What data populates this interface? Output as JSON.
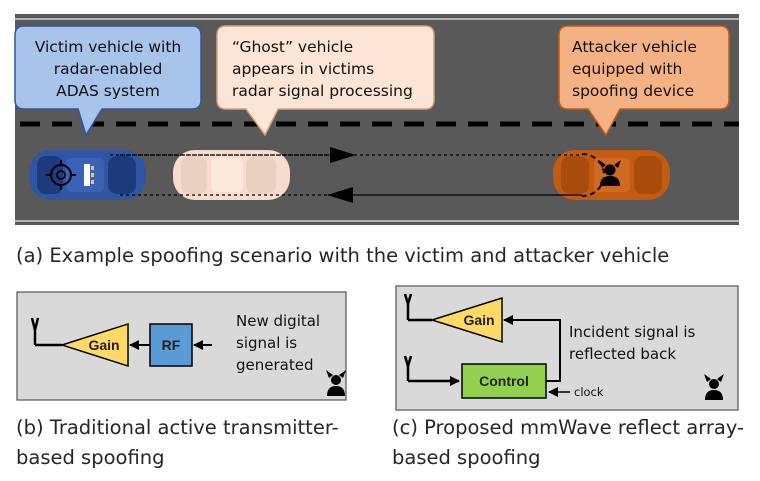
{
  "scenario": {
    "victim_callout": [
      "Victim vehicle with",
      "radar-enabled",
      "ADAS system"
    ],
    "ghost_callout": [
      "“Ghost” vehicle",
      "appears in victims",
      "radar signal processing"
    ],
    "attacker_callout": [
      "Attacker vehicle",
      "equipped with",
      "spoofing device"
    ],
    "caption": "(a) Example spoofing scenario with the victim and attacker vehicle"
  },
  "traditional": {
    "gain_label": "Gain",
    "rf_label": "RF",
    "description": [
      "New digital",
      "signal is",
      "generated"
    ],
    "caption": [
      "(b) Traditional active transmitter-",
      "based spoofing"
    ]
  },
  "proposed": {
    "gain_label": "Gain",
    "control_label": "Control",
    "description": [
      "Incident signal is",
      "reflected back"
    ],
    "clock_label": "clock",
    "caption": [
      "(c) Proposed mmWave reflect array-",
      "based spoofing"
    ]
  },
  "colors": {
    "road": "#595959",
    "victim_callout": "#a9c4eb",
    "ghost_callout": "#fbe5d6",
    "attacker_callout": "#f4b183",
    "victim_car": "#2f55a4",
    "ghost_car": "#f8dccb",
    "attacker_car": "#c55a11",
    "gain": "#ffd966",
    "rf": "#5b9bd5",
    "control": "#92d050",
    "panel": "#d9d9d9"
  },
  "icons": [
    "crosshair-icon",
    "devil-hacker-icon",
    "antenna-icon"
  ]
}
